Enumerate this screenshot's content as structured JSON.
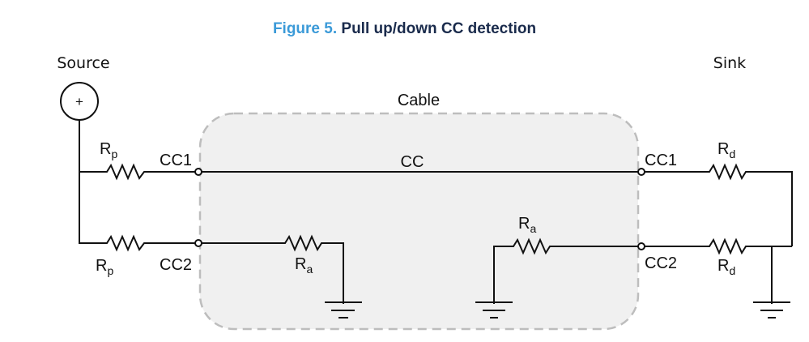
{
  "figure": {
    "number_label": "Figure 5.",
    "title": "Pull up/down CC detection",
    "number_color": "#3b9ad8",
    "title_color": "#1a2b4c"
  },
  "source": {
    "label": "Source",
    "symbol": "+"
  },
  "sink": {
    "label": "Sink"
  },
  "cable": {
    "label": "Cable",
    "line_label": "CC",
    "fill_color": "#f0f0f0",
    "border_color": "#bdbdbd"
  },
  "resistors": {
    "rp_top": {
      "main": "R",
      "sub": "p"
    },
    "rp_bottom": {
      "main": "R",
      "sub": "p"
    },
    "ra_left": {
      "main": "R",
      "sub": "a"
    },
    "ra_right": {
      "main": "R",
      "sub": "a"
    },
    "rd_top": {
      "main": "R",
      "sub": "d"
    },
    "rd_bottom": {
      "main": "R",
      "sub": "d"
    }
  },
  "pins": {
    "source_cc1": "CC1",
    "source_cc2": "CC2",
    "sink_cc1": "CC1",
    "sink_cc2": "CC2"
  }
}
